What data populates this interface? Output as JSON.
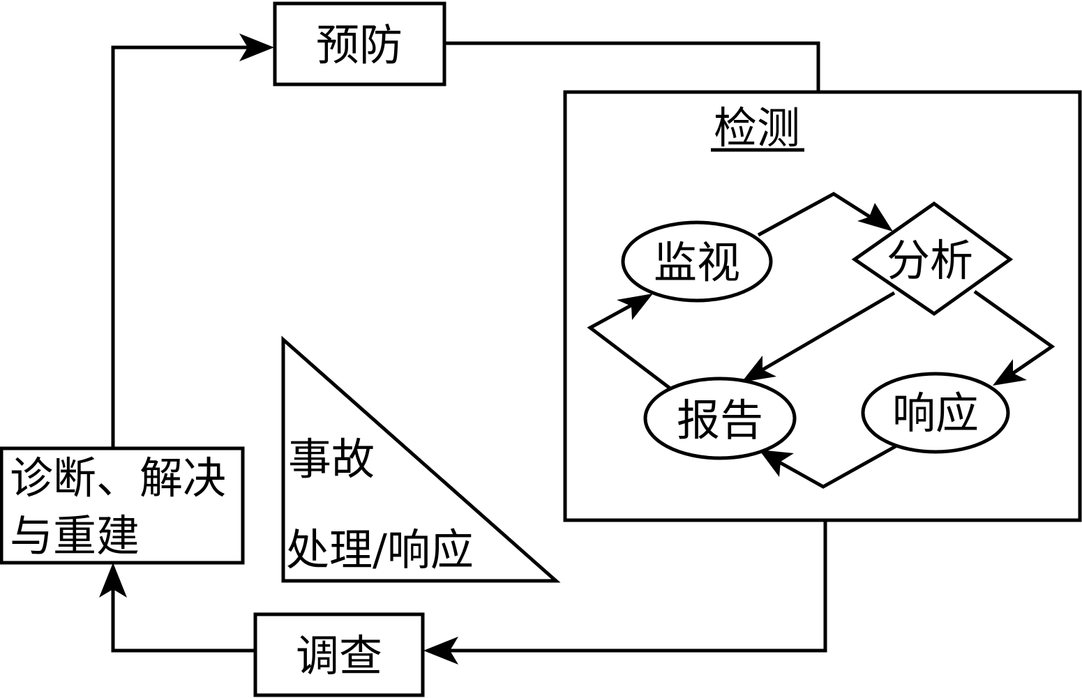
{
  "boxes": {
    "prevention": "预防",
    "diagnosis_line1": "诊断、解决",
    "diagnosis_line2": "与重建",
    "investigation": "调查"
  },
  "detection": {
    "title": "检测",
    "nodes": {
      "monitor": "监视",
      "analyze": "分析",
      "report": "报告",
      "respond": "响应"
    }
  },
  "incident": {
    "line1": "事故",
    "line2": "处理/响应"
  }
}
